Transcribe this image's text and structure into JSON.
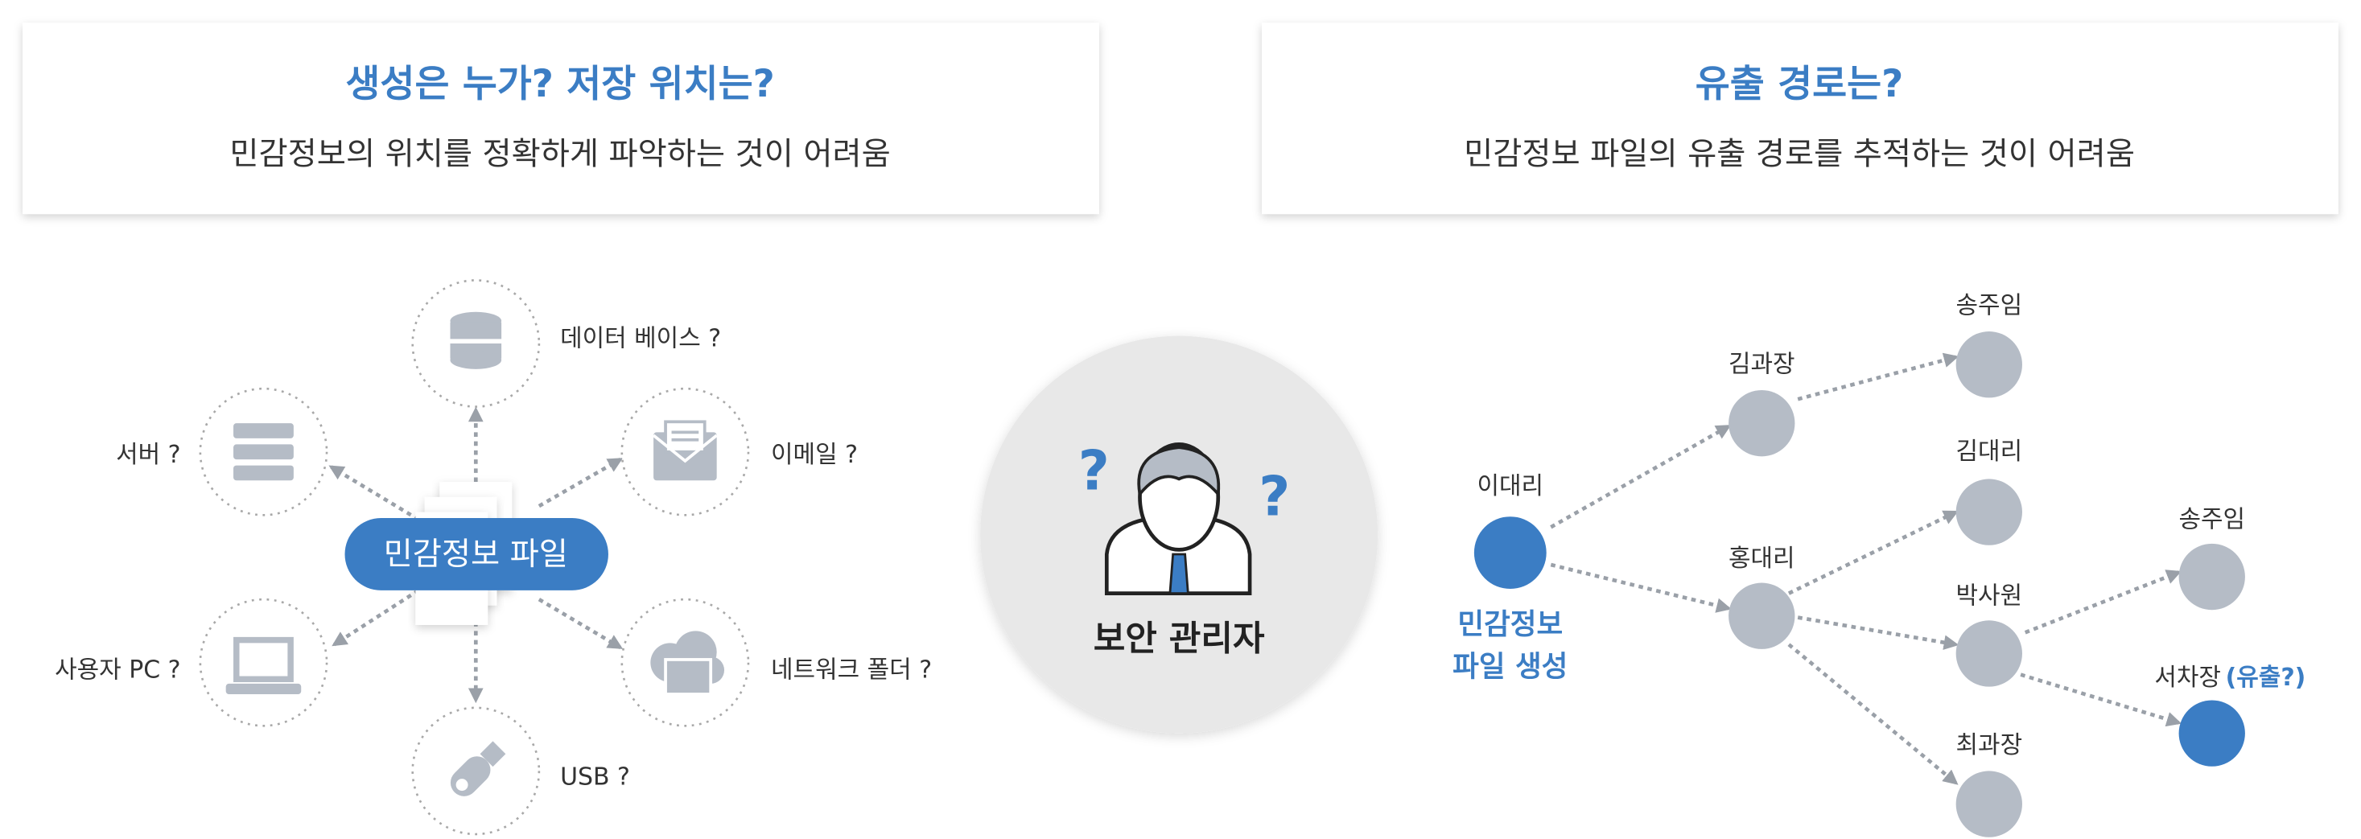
{
  "left_card": {
    "title": "생성은 누가? 저장 위치는?",
    "subtitle": "민감정보의 위치를 정확하게 파악하는 것이 어려움"
  },
  "right_card": {
    "title": "유출 경로는?",
    "subtitle": "민감정보 파일의 유출 경로를 추적하는 것이 어려움"
  },
  "storage": {
    "center": "민감정보 파일",
    "targets": [
      {
        "label": "데이터 베이스 ?",
        "icon": "database-icon"
      },
      {
        "label": "서버 ?",
        "icon": "server-icon"
      },
      {
        "label": "이메일 ?",
        "icon": "email-icon"
      },
      {
        "label": "사용자 PC ?",
        "icon": "laptop-icon"
      },
      {
        "label": "네트워크 폴더 ?",
        "icon": "network-folder-icon"
      },
      {
        "label": "USB ?",
        "icon": "usb-icon"
      }
    ]
  },
  "admin": {
    "label": "보안 관리자",
    "q": "?"
  },
  "flow": {
    "origin": {
      "name": "이대리",
      "caption1": "민감정보",
      "caption2": "파일 생성"
    },
    "nodes": [
      "김과장",
      "홍대리",
      "송주임",
      "김대리",
      "박사원",
      "최과장",
      "송주임",
      "서차장"
    ],
    "leak_tag": "(유출?)"
  },
  "colors": {
    "accent": "#3b7dc4",
    "node": "#b5bcc6",
    "admin_bg": "#e8e8e8"
  }
}
